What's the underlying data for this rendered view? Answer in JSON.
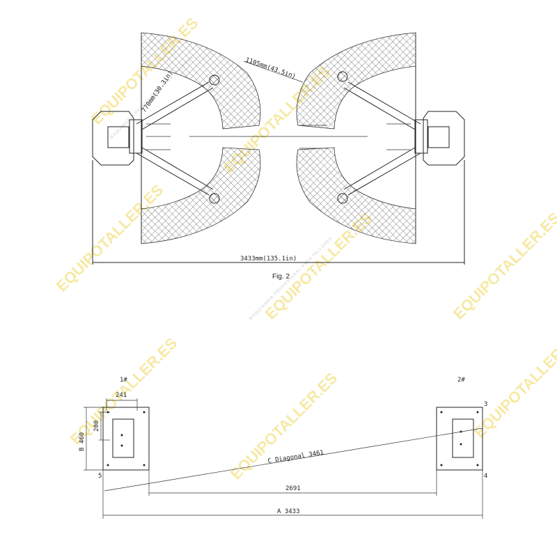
{
  "figure": {
    "caption": "Fig. 2",
    "dim_total": "3433mm(135.1in)",
    "dim_arm_reach": "1105mm(43.5in)",
    "dim_arm_short": "770mm(30.3in)"
  },
  "floor_plan": {
    "post_1": "1#",
    "post_2": "2#",
    "dim_241": "241",
    "dim_200": "200",
    "dim_b": "B 460",
    "dim_diagonal": "C Diagonal 3461",
    "dim_2691": "2691",
    "dim_a": "A 3433",
    "corner_3": "3",
    "corner_4": "4",
    "corner_5": "5"
  },
  "watermark": {
    "brand": "EQUIPOTALLER.ES",
    "tagline": "MAQUINARIA PROFESIONAL PARA TALLERES"
  }
}
